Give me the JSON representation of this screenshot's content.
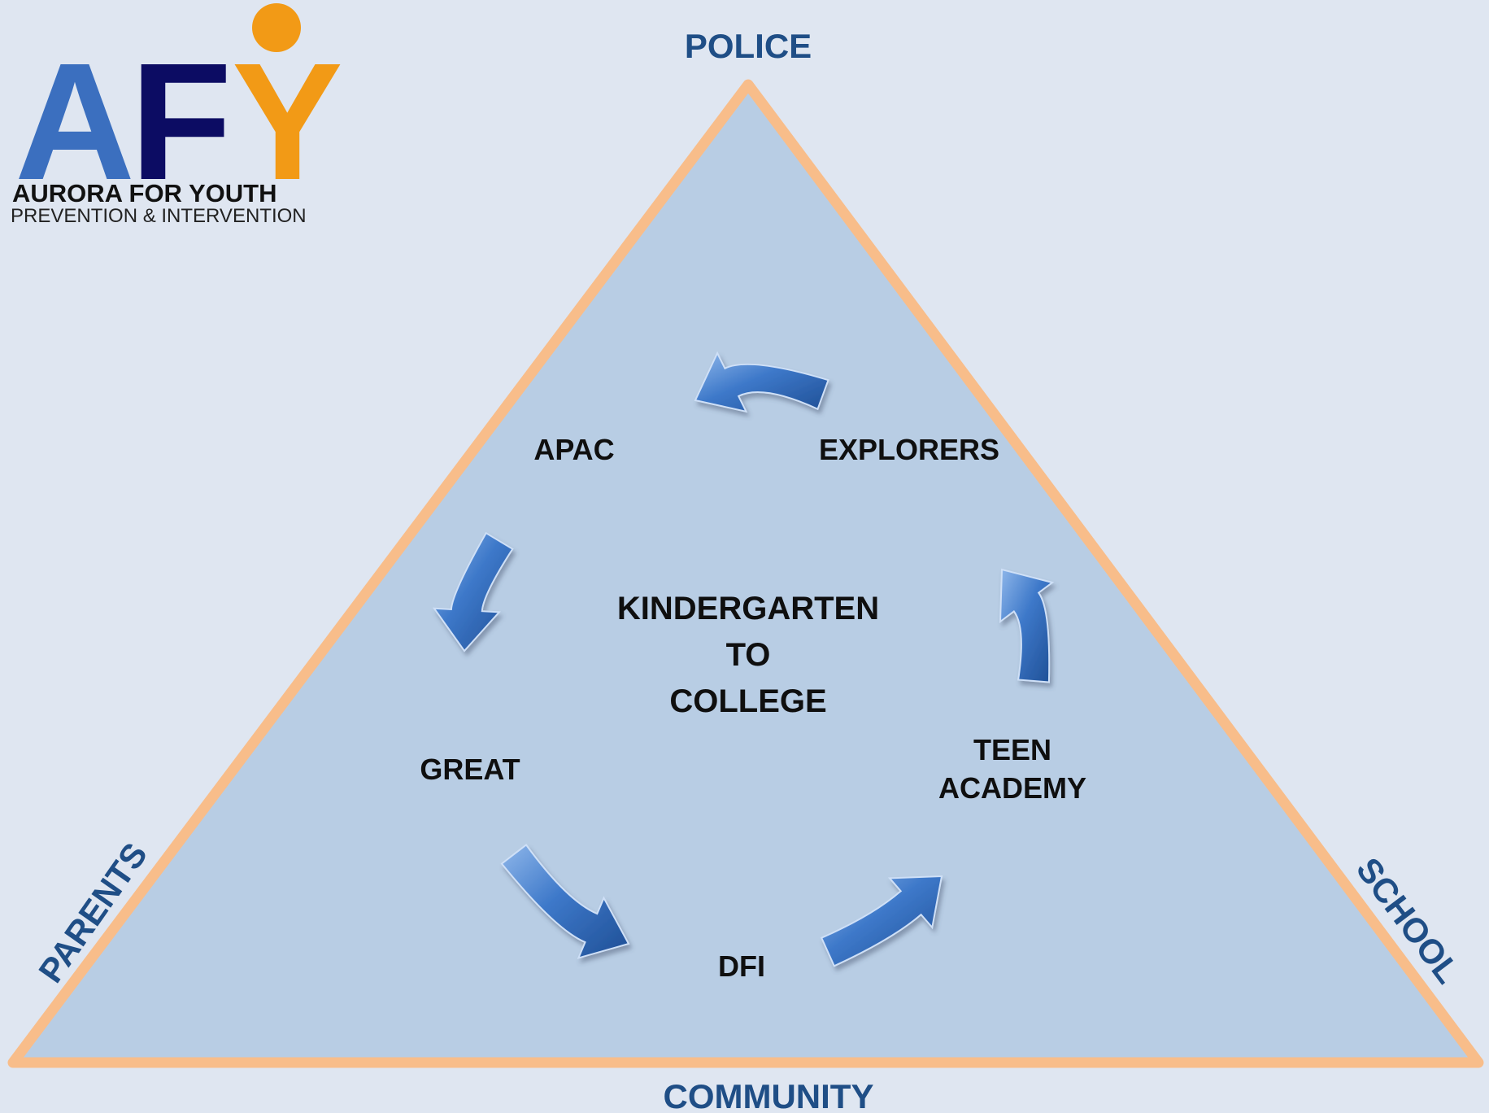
{
  "logo": {
    "letters": [
      "A",
      "F",
      "Y"
    ],
    "name": "AURORA FOR YOUTH",
    "tagline": "PREVENTION & INTERVENTION",
    "colors": {
      "a": "#3b6fbf",
      "f": "#0c0c63",
      "y": "#f29a16"
    }
  },
  "sides": {
    "top": "POLICE",
    "left": "PARENTS",
    "right": "SCHOOL",
    "bottom": "COMMUNITY"
  },
  "cycle": {
    "nodes": {
      "apac": "APAC",
      "explorers": "EXPLORERS",
      "great": "GREAT",
      "teen_academy": [
        "TEEN",
        "ACADEMY"
      ],
      "dfi": "DFI"
    },
    "center": [
      "KINDERGARTEN",
      "TO",
      "COLLEGE"
    ],
    "arrow_icon": "curved-arrow-icon"
  },
  "colors": {
    "background": "#dfe6f1",
    "triangle_fill": "#b8cde4",
    "triangle_border": "#f8bd8a",
    "side_label": "#1f4e86",
    "arrow": "#3d78c9"
  }
}
